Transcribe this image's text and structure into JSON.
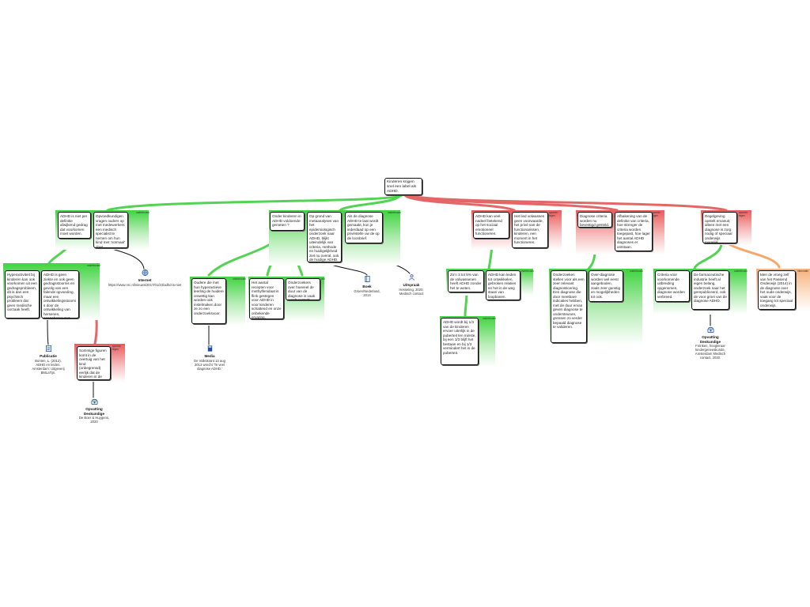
{
  "root": {
    "text": "Kinderen krijgen snel een label als ADHD."
  },
  "tags": {
    "support": "onderbouwt",
    "oppose": "spreekt tegen",
    "info": "informatie"
  },
  "nodes": {
    "a1": "ADHD is niet per definitie afwijkend gedrag dat voorkomen moet worden.",
    "a2": "Opvoedkundigen vragen ouders op met medewerkers een medisch specialist te nemen om hun kind met 'normaal' doet.",
    "a3": "Hyperactiviteit bij kinderen kan ook voorkomen uit een gedragsprobleem, dit is dan een psychisch probleem dat geen medische oorzaak heeft.",
    "a4": "ADHD is geen ziekte en ook geen gedragsstoornis en gevolg van een falende opvoeding, maar een ontwikkelingsstoornis door de ontwikkeling van hersenen, aangeboren met complexe factoren.",
    "a5": "Sommige figuren komt in de overtuig van het kind (onbegrensd) eerlijk dat de kinderen in de opvoeding.",
    "b1": "Onder kinderen in ADHD voldoende gemeten ?",
    "b2": "Op grond van metaanalyses van het epidemiologisch onderzoek naar ADHD, blijkt uiteindelijk van criteria, methode en huidigelijkheid ziet nu overal, ook de huidige ADHD.",
    "b3": "Als de diagnose ADHD te laat wordt gemaakt, kun je iederdaad op een privéstelle uw de op de loonbrief.",
    "b4": "Oudere die met hun hyperactieve leerling de huidere onwettig kan worden ook instelmaken door ze zo een onderzoeksvoor.",
    "b5": "Het aantal recepten voor methylfenidaat is flink gestegen voor ADHD in voor kinderen schattend en onze onbekende ervaring.",
    "b6": "Onderzoekers over hoeveel de duur van de diagnose is vaak wordt gesteld.",
    "c1": "ADHD kan veel nadeel betekend op het sociaal emotioneel functioneren.",
    "c2": "Het lied volwassen geen voorwaarde, het privé van de functionarissen, kinderen, een moment in het functioneren.",
    "c3": "Zo'n 3 tot 5% van de volwassenen heeft ADHD zonder het te weten.",
    "c4": "ADHD kan leiden tot ontwikkelen, gebroken relaties en het in de weg staan van loopbanen.",
    "c5": "ADHD wordt bij 1/3 van de kinderen ervoer uiterlijk in de puberteit ten minste, bij een 1/3 blijft het bestaan en bij 1/3 vermindert het in de puberteit.",
    "d1": "Diagnose criteria worden nu bevestigd gesteld.",
    "d2": "Afbakening van de definitie van criteria, hoe strenger de criteria worden toegepast, hoe lager het aantal ADHD diagnoses er ontstaan.",
    "d3": "Onderzoeken stellen voor als een zeer relevant diagnosticering. Een diagnose die door meetbare indicaties hebben, met de duur ervan geven diagnose te ondersteunen, grensen zo verder bepaald diagnose te valideren.",
    "d4": "Over-diagnose worden wel eerst aangeboden, zoals zeer gunstig en mogelijkheden tot ook.",
    "e1": "Regelgeving opstelt ervanuit, alleen met een diagnose is zorg nodig of speciaal onderwijs mogelijk.",
    "e2": "Criteria voor voorkomende uitbreiding opgenomen, diagnose worden verbreed.",
    "e3": "De farmaceutische industrie heeft al eigen belang, onderzoek naar het gerepubliceerd, ook de voor groei van de diagnose ADHD.",
    "e4": "Men de vroeg zelf van het Passend Onderwijs (2014) in de diagnose over het oude onderwijs, vaak voor de toegang tot speciaal onderwijs."
  },
  "sources": {
    "s1": {
      "type": "Internet",
      "detail": "https://www.nrc.nl/nieuws/2017/01/23/adhd-is-niet"
    },
    "s2": {
      "type": "Publicatie",
      "detail": "Bonten, L. (2012). ADHD en leiden. Amsterdam: Uitgeverij BMLaTijn."
    },
    "s3": {
      "type": "Opvatting Deskundige",
      "detail": "De Boer & Huygens, 2020"
    },
    "s4": {
      "type": "Boek",
      "detail": "Groen/Nederland, 2014"
    },
    "s5": {
      "type": "Uitspraak",
      "detail": "Hesseling, 2020, Medisch contact"
    },
    "s6": {
      "type": "Media",
      "detail": "De Volkskrant 13 aug 2013 wrecht 'Te veel diagnose ADHD.'"
    },
    "s7": {
      "type": "Opvatting Deskundige",
      "detail": "Frénken, hoogleraar kindergeneeskunde, Amsterdam Medisch contact, 2020."
    }
  },
  "colors": {
    "support": "#3fd43f",
    "oppose": "#ec5a5a",
    "info": "#f7a36a",
    "root_edges_support": "#4fd24f",
    "root_edges_oppose": "#e86464"
  },
  "icons": {
    "internet": "globe-icon",
    "publicatie": "document-icon",
    "deskundige": "telephone-icon",
    "boek": "book-icon",
    "uitspraak": "person-icon",
    "media": "newspaper-icon"
  }
}
